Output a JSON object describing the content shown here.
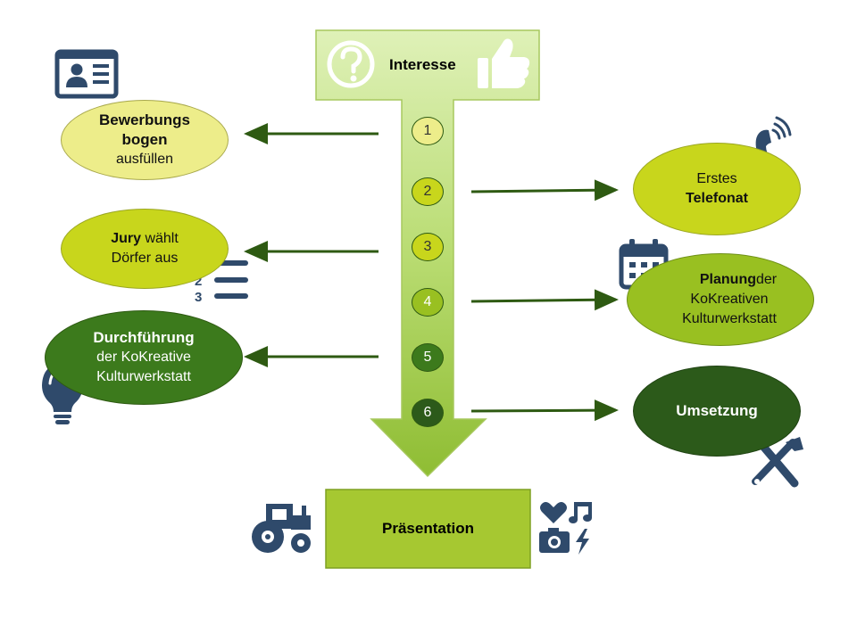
{
  "top_box": {
    "label": "Interesse"
  },
  "bottom_box": {
    "label": "Präsentation"
  },
  "steps": [
    {
      "number": "1"
    },
    {
      "number": "2"
    },
    {
      "number": "3"
    },
    {
      "number": "4"
    },
    {
      "number": "5"
    },
    {
      "number": "6"
    }
  ],
  "left_ovals": [
    {
      "bold": "Bewerbungs bogen",
      "rest": "ausfüllen"
    },
    {
      "bold": "Jury",
      "rest1": "wählt",
      "rest2": "Dörfer aus"
    },
    {
      "bold": "Durchführung",
      "rest1": "der KoKreative",
      "rest2": "Kulturwerkstatt"
    }
  ],
  "right_ovals": [
    {
      "line1": "Erstes",
      "bold": "Telefonat"
    },
    {
      "bold": "Planung",
      "rest1": "der",
      "rest2": "KoKreativen",
      "rest3": "Kulturwerkstatt"
    },
    {
      "bold": "Umsetzung"
    }
  ],
  "icons": [
    "question-icon",
    "thumbs-up-icon",
    "id-card-icon",
    "phone-icon",
    "numbered-list-icon",
    "calendar-icon",
    "lightbulb-icon",
    "tools-icon",
    "tractor-icon",
    "media-icon"
  ],
  "colors": {
    "navy": "#2f4a6b",
    "arrow": "#2e5a12",
    "light_green": "#d4ec9c",
    "yellow": "#eded8a",
    "lime": "#c8d61c",
    "mid_green": "#99c021",
    "dark_green": "#3c7a1c",
    "darkest_green": "#2c5a1a"
  }
}
